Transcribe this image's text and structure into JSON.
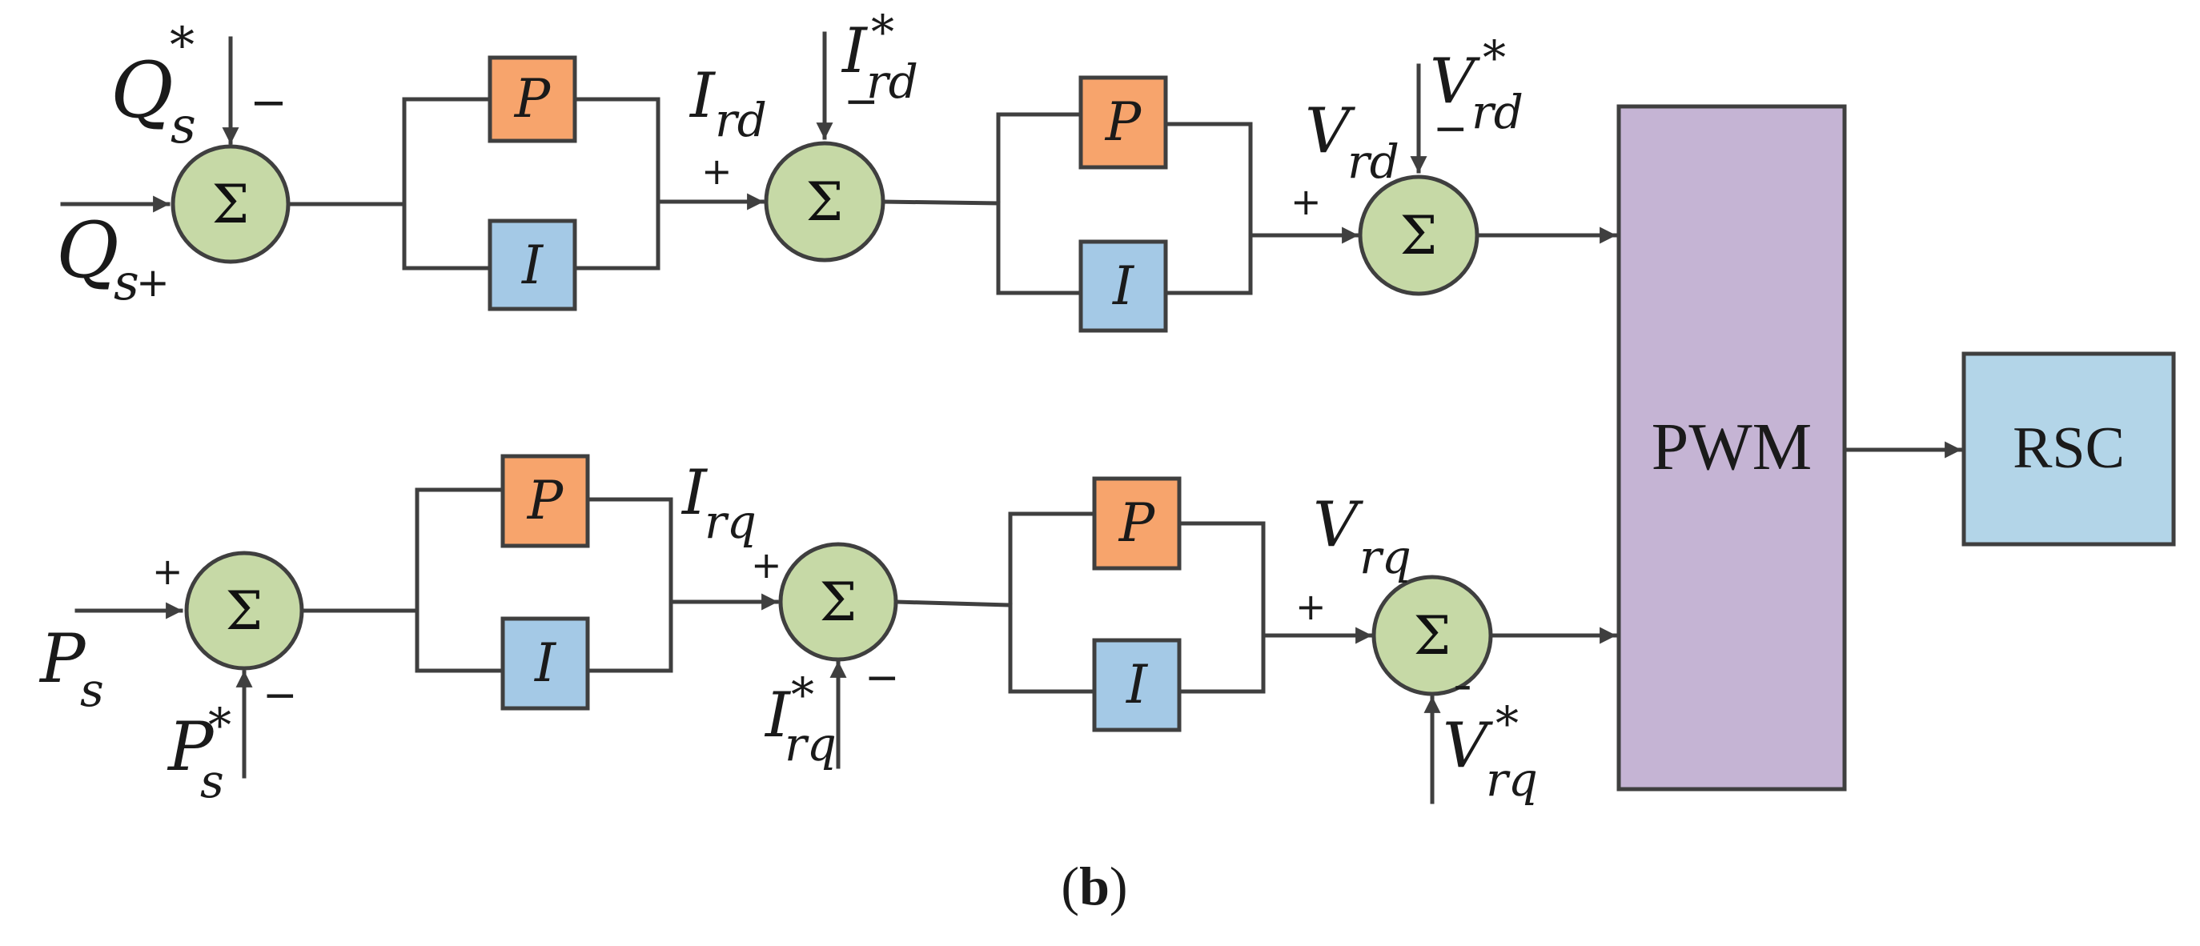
{
  "sum_symbol": "Σ",
  "blocks": {
    "p_label": "P",
    "i_label": "I",
    "pwm_label": "PWM",
    "rsc_label": "RSC"
  },
  "signs": {
    "plus": "+",
    "minus": "−",
    "minus_bar": "¯"
  },
  "signals": {
    "Q": "Q",
    "P": "P",
    "I": "I",
    "V": "V",
    "s": "s",
    "rd": "rd",
    "rq": "rq",
    "star": "*"
  },
  "caption": {
    "open": "(",
    "letter": "b",
    "close": ")"
  },
  "colors": {
    "sum_fill": "#c6d9a6",
    "p_block": "#f7a46c",
    "i_block": "#a4c9e6",
    "pwm_block": "#c5b4d4",
    "rsc_block": "#b3d5e8",
    "line": "#3f3f3f"
  }
}
